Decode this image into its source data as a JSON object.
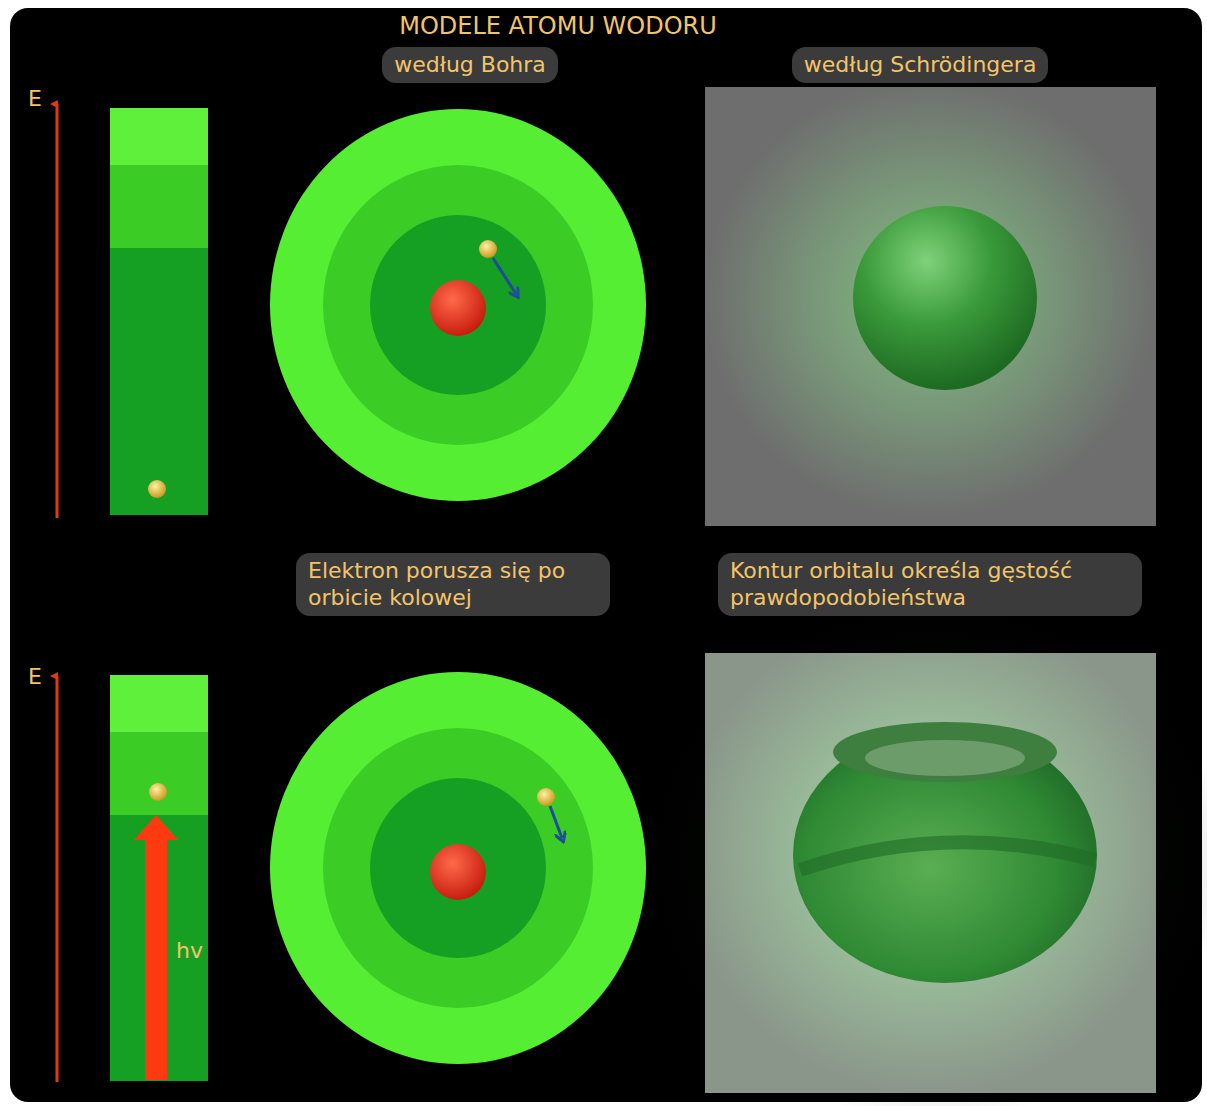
{
  "diagram": {
    "title": "MODELE ATOMU WODORU",
    "nodes": [
      {
        "text": [
          "według Bohra"
        ]
      },
      {
        "text": [
          "według Schrödingera"
        ]
      },
      {
        "text": [
          "Elektron porusza się po orbicie kolowej"
        ]
      },
      {
        "text": [
          "Kontur orbitalu określa gęstość prawdopodobieństwa"
        ]
      }
    ],
    "labels": [
      "E",
      "E",
      "hv"
    ]
  }
}
